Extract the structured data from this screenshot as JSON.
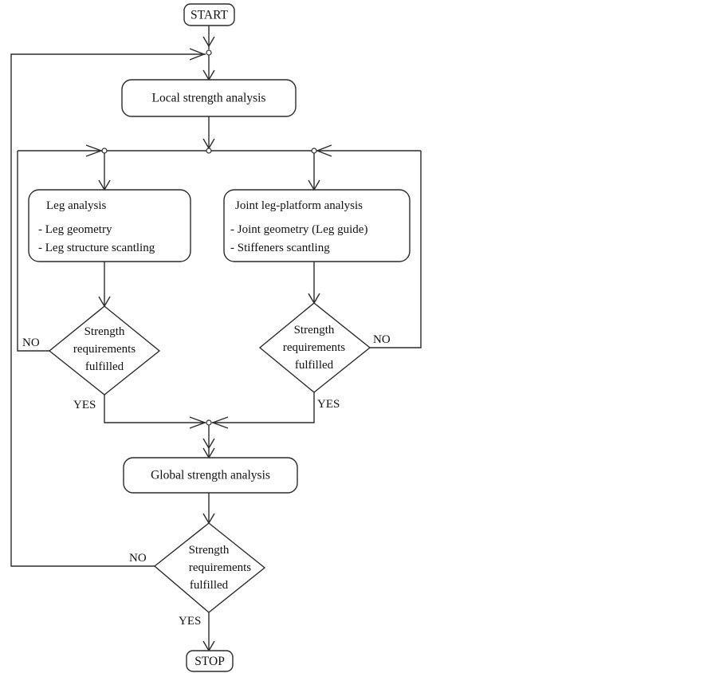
{
  "nodes": {
    "start": "START",
    "local": "Local strength analysis",
    "leg": {
      "title": "Leg analysis",
      "items": [
        "- Leg geometry",
        "- Leg structure scantling"
      ]
    },
    "joint": {
      "title": "Joint leg-platform analysis",
      "items": [
        "- Joint geometry (Leg guide)",
        "- Stiffeners scantling"
      ]
    },
    "decision_left": [
      "Strength",
      "requirements",
      "fulfilled"
    ],
    "decision_right": [
      "Strength",
      "requirements",
      "fulfilled"
    ],
    "global": "Global strength analysis",
    "decision_bottom": [
      "Strength",
      "requirements",
      "fulfilled"
    ],
    "stop": "STOP"
  },
  "labels": {
    "no_left": "NO",
    "yes_left": "YES",
    "no_right": "NO",
    "yes_right": "YES",
    "no_bottom": "NO",
    "yes_bottom": "YES"
  },
  "colors": {
    "stroke": "#2b2b2b",
    "fill": "#ffffff",
    "text": "#111111"
  }
}
